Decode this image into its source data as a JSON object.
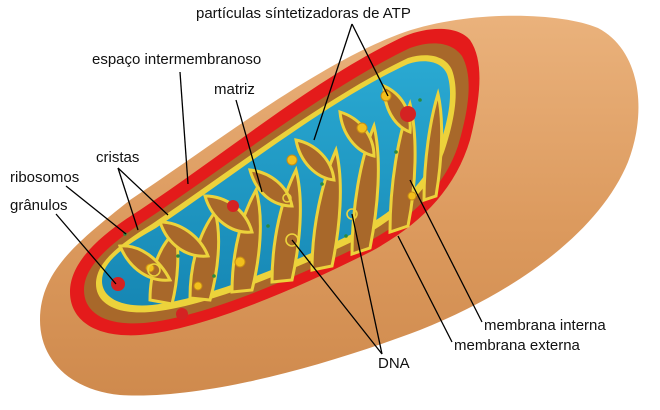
{
  "labels": {
    "atp": "partículas síntetizadoras de ATP",
    "intermembrane": "espaço intermembranoso",
    "matrix": "matriz",
    "cristae": "cristas",
    "ribosomes": "ribosomos",
    "granules": "grânulos",
    "inner_membrane": "membrana interna",
    "outer_membrane": "membrana externa",
    "dna": "DNA"
  },
  "colors": {
    "outer_membrane_body": "#dfa268",
    "outer_membrane_rim": "#e41b1b",
    "intermembrane_space": "#a8682a",
    "inner_membrane": "#ecd23b",
    "matrix": "#1e9cc6",
    "atp_particle": "#f2bf1c",
    "granule": "#d42222",
    "ribosome": "#2b8a3e"
  }
}
